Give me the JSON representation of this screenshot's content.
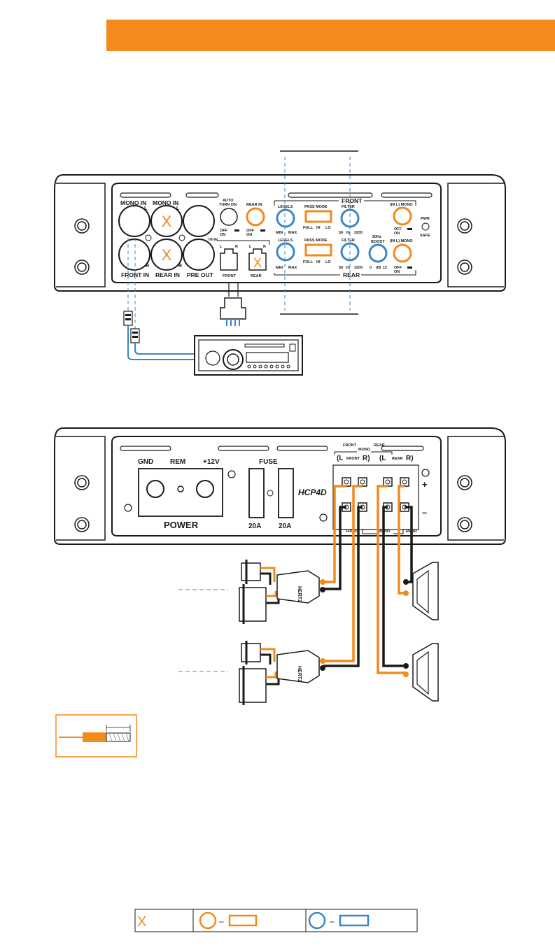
{
  "colors": {
    "accent": "#f28a1c",
    "blue": "#3a86c8",
    "ink": "#1a1a1a"
  },
  "front_panel": {
    "mono_in_1": "MONO IN",
    "mono_in_2": "MONO IN",
    "l": "L",
    "r": "R",
    "front_in": "FRONT IN",
    "rear_in": "REAR IN",
    "pre_out": "PRE OUT",
    "auto_turn_on": "AUTO\nTURN ON",
    "auto": "AUTO",
    "turn_on": "TURN ON",
    "off": "OFF",
    "on": "ON",
    "hi_in": "HI-IN",
    "rear_in_top": "REAR IN",
    "front_hi": "FRONT",
    "rear_hi": "REAR",
    "front": "FRONT",
    "rear": "REAR",
    "levels": "LEVELS",
    "min": "MIN",
    "max": "MAX",
    "pass_mode": "PASS MODE",
    "full": "FULL",
    "hi": "HI",
    "lo": "LO",
    "filter": "FILTER",
    "hz_50": "50",
    "hz": "Hz",
    "hz_3200": "3200",
    "boost_freq": "50Hz",
    "boost": "BOOST",
    "db_0": "0",
    "db": "dB",
    "db_12": "12",
    "in_l_mono": "(IN L) MONO",
    "pwr": "PWR",
    "safe": "SAFE"
  },
  "rear_panel": {
    "gnd": "GND",
    "rem": "REM",
    "v12": "+12V",
    "fuse": "FUSE",
    "power": "POWER",
    "fuse_1": "20A",
    "fuse_2": "20A",
    "model": "HCP4D",
    "front_mono_rear": "FRONT MONO REAR",
    "front_top": "FRONT",
    "mono_top": "MONO",
    "rear_top": "REAR",
    "l_front_r": "(L FRONT R)",
    "l_rear_r": "(L REAR R)",
    "l": "(L",
    "front": "FRONT",
    "r": "R)",
    "rear": "REAR",
    "plus": "+",
    "minus": "–",
    "front_bottom": "FRONT",
    "mono_bottom": "MONO",
    "rear_bottom": "REAR",
    "brand": "HERTZ"
  },
  "legend": {
    "x_mark": "X",
    "dash_1": "–",
    "dash_2": "–"
  }
}
